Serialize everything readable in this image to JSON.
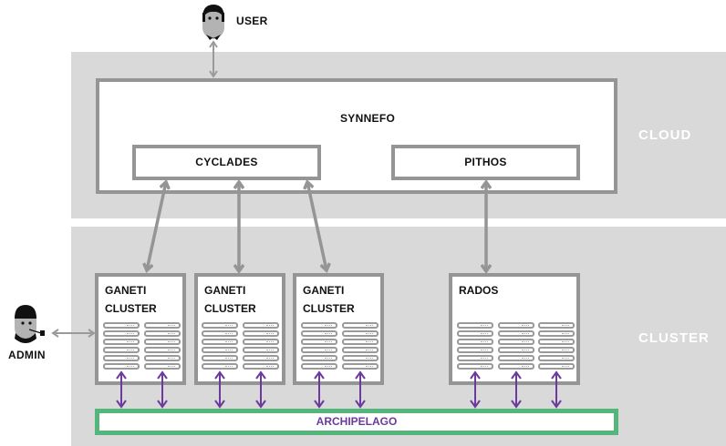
{
  "actors": {
    "user": {
      "label": "USER",
      "icon": "user-icon"
    },
    "admin": {
      "label": "ADMIN",
      "icon": "admin-icon"
    }
  },
  "layers": {
    "cloud": {
      "label": "CLOUD"
    },
    "cluster": {
      "label": "CLUSTER"
    }
  },
  "synnefo": {
    "label": "SYNNEFO",
    "components": [
      {
        "label": "CYCLADES"
      },
      {
        "label": "PITHOS"
      }
    ]
  },
  "clusters": [
    {
      "line1": "GANETI",
      "line2": "CLUSTER",
      "server_stacks": 2,
      "servers_per_stack": 6
    },
    {
      "line1": "GANETI",
      "line2": "CLUSTER",
      "server_stacks": 2,
      "servers_per_stack": 6
    },
    {
      "line1": "GANETI",
      "line2": "CLUSTER",
      "server_stacks": 2,
      "servers_per_stack": 6
    },
    {
      "line1": "RADOS",
      "line2": "",
      "server_stacks": 3,
      "servers_per_stack": 6
    }
  ],
  "archipelago": {
    "label": "ARCHIPELAGO"
  },
  "colors": {
    "panel": "#d9d9d9",
    "border": "#959595",
    "arrow_gray": "#9a9a9a",
    "arrow_purple": "#6a3a9c",
    "archipelago_green": "#55b67b",
    "panel_label": "#ffffff"
  }
}
